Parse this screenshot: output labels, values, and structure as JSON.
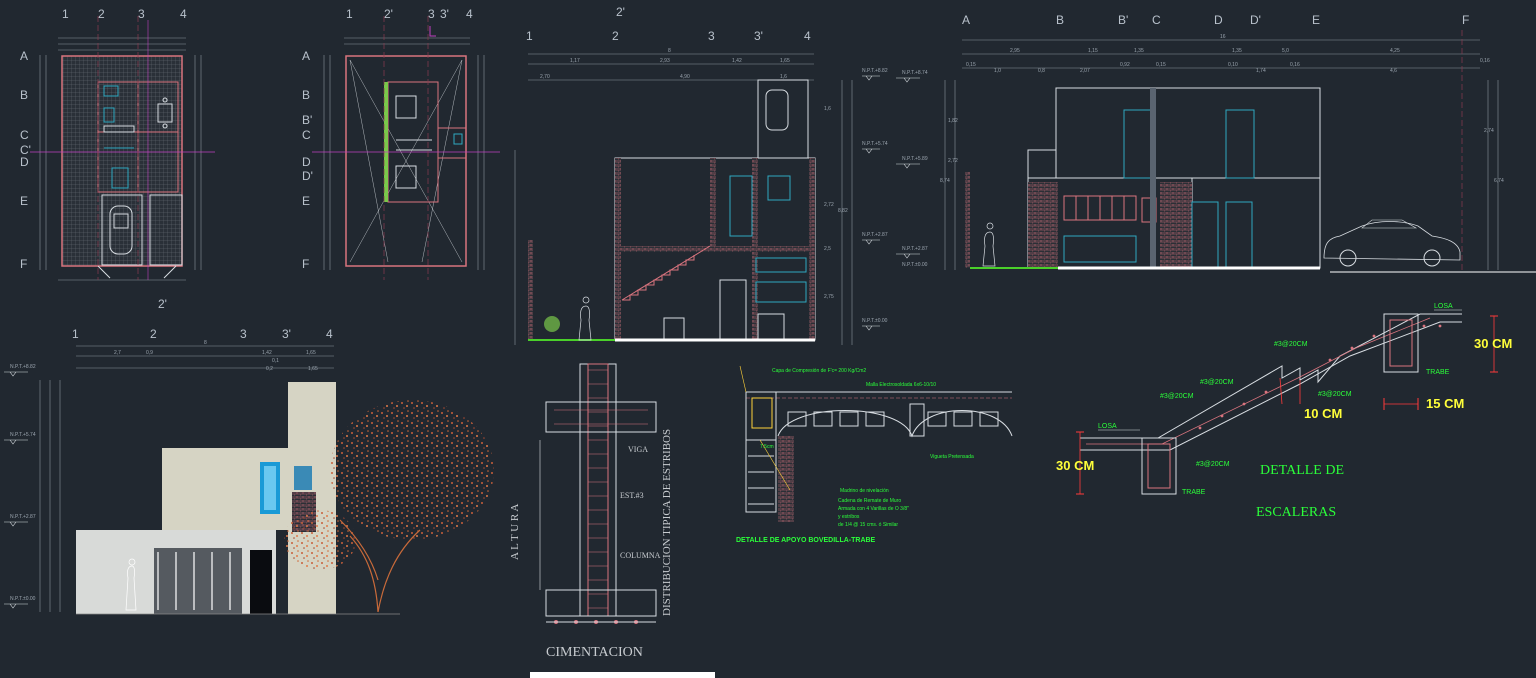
{
  "plan_ground": {
    "axes_top": [
      "1",
      "2",
      "3",
      "4"
    ],
    "axes_side": [
      "A",
      "B",
      "C",
      "C'",
      "D",
      "E",
      "F"
    ]
  },
  "plan_upper": {
    "axes_top": [
      "1",
      "2'",
      "3",
      "3'",
      "4"
    ],
    "axes_side": [
      "A",
      "B",
      "B'",
      "C",
      "D",
      "D'",
      "E",
      "F"
    ]
  },
  "section_1": {
    "marker": "2'",
    "axes": [
      "1",
      "2",
      "3",
      "3'",
      "4"
    ],
    "dims": [
      "8",
      "1,17",
      "2,93",
      "1,42",
      "1,65",
      "2,70",
      "4,90",
      "1,6"
    ],
    "levels": [
      "N.P.T.+8.82",
      "N.P.T.+5.74",
      "N.P.T.+2.87",
      "N.P.T.±0.00"
    ],
    "heights": [
      "1,6",
      "2,72",
      "8,82",
      "2,5",
      "2,75"
    ]
  },
  "section_2": {
    "axes": [
      "A",
      "B",
      "B'",
      "C",
      "D",
      "D'",
      "E",
      "F"
    ],
    "dims": [
      "16",
      "2,95",
      "1,15",
      "1,35",
      "1,35",
      "5,0",
      "4,25",
      "0,15",
      "1,0",
      "0,8",
      "2,07",
      "0,92",
      "0,15",
      "0,10",
      "1,74",
      "0,16",
      "4,6",
      "0,16"
    ],
    "levels": [
      "N.P.T.+8.74",
      "N.P.T.+5.89",
      "N.P.T.+2.87",
      "N.P.T.±0.00"
    ],
    "heights": [
      "1,82",
      "2,72",
      "8,74",
      "2,74",
      "6,74"
    ]
  },
  "facade": {
    "marker": "2'",
    "axes": [
      "1",
      "2",
      "3",
      "3'",
      "4"
    ],
    "dims": [
      "8",
      "2,7",
      "0,9",
      "1,42",
      "1,65",
      "0,1",
      "0,2",
      "1,65"
    ],
    "levels": [
      "N.P.T.+8.82",
      "N.P.T.+5.74",
      "N.P.T.+2.87",
      "N.P.T.±0.00"
    ]
  },
  "column_detail": {
    "labels": {
      "viga": "VIGA",
      "est": "EST.#3",
      "columna": "COLUMNA",
      "altura": "A L T U R A",
      "distribucion": "DISTRIBUCION TIPICA DE ESTRIBOS"
    },
    "title": "CIMENTACION"
  },
  "bovedilla_detail": {
    "notes": {
      "capa": "Capa de Compresión de F'c= 200 Kg/Cm2",
      "malla": "Malla Electrosoldada 6x6-10/10",
      "vigueta": "Vigueta Pretensada",
      "madrino": "Madrino de nivelación",
      "cadena1": "Cadena de Remate de Muro",
      "cadena2": "Armada con 4 Varillas de O 3/8\"",
      "cadena3": "y estribos",
      "cadena4": "de 1/4 @ 15 cms. ó Similar",
      "small": "7.5cm"
    },
    "title": "DETALLE DE APOYO BOVEDILLA-TRABE"
  },
  "stair_detail": {
    "losa_top": "LOSA",
    "losa_bottom": "LOSA",
    "trabe_top": "TRABE",
    "trabe_bottom": "TRABE",
    "rebar_1": "#3@20CM",
    "rebar_2": "#3@20CM",
    "rebar_3": "#3@20CM",
    "rebar_4": "#3@20CM",
    "rebar_5": "#3@20CM",
    "dim_30_top": "30 CM",
    "dim_30_bottom": "30 CM",
    "dim_10": "10 CM",
    "dim_15": "15 CM",
    "title_1": "DETALLE DE",
    "title_2": "ESCALERAS"
  },
  "colors": {
    "background": "#212830",
    "green_text": "#2bff3a",
    "yellow_dims": "#ffff3a",
    "walls": "#d9747e",
    "cyan": "#2ea8c0",
    "axis_line": "#8a3a50"
  }
}
